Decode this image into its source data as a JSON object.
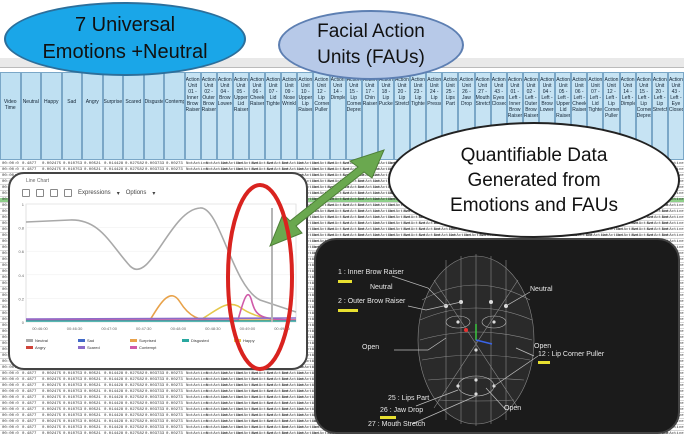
{
  "callouts": {
    "emotions": [
      "7 Universal",
      "Emotions +Neutral"
    ],
    "fau": [
      "Facial Action",
      "Units (FAUs)"
    ],
    "quant": [
      "Quantifiable Data",
      "Generated from",
      "Emotions and FAUs"
    ]
  },
  "spreadsheet": {
    "emotion_headers": [
      "Video Time",
      "Neutral",
      "Happy",
      "Sad",
      "Angry",
      "Surprised",
      "Scared",
      "Disgusted",
      "Contempt"
    ],
    "fau_headers": [
      "Action Unit 01 - Inner Brow Raiser",
      "Action Unit 02 - Outer Brow Raiser",
      "Action Unit 04 - Brow Lowerer",
      "Action Unit 05 - Upper Lid Raiser",
      "Action Unit 06 - Cheek Raiser",
      "Action Unit 07 - Lid Tightener",
      "Action Unit 09 - Nose Wrinkler",
      "Action Unit 10 - Upper Lip Raiser",
      "Action Unit 12 - Lip Corner Puller",
      "Action Unit 14 - Dimpler",
      "Action Unit 15 - Lip Corner Depressor",
      "Action Unit 17 - Chin Raiser",
      "Action Unit 18 - Lip Pucker",
      "Action Unit 20 - Lip Stretcher",
      "Action Unit 23 - Lip Tightener",
      "Action Unit 24 - Lip Pressor",
      "Action Unit 25 - Lips Part",
      "Action Unit 26 - Jaw Drop",
      "Action Unit 27 - Mouth Stretch",
      "Action Unit 43 - Eyes Closed",
      "Action Unit 01 - Left - Inner Brow Raiser",
      "Action Unit 02 - Left - Outer Brow Raiser",
      "Action Unit 04 - Left - Brow Lowerer",
      "Action Unit 05 - Left - Upper Lid Raiser",
      "Action Unit 06 - Left - Cheek Raiser",
      "Action Unit 07 - Left - Lid Tightener",
      "Action Unit 12 - Left - Lip Corner Puller",
      "Action Unit 14 - Left - Dimpler",
      "Action Unit 15 - Left - Lip Corner Depressor",
      "Action Unit 20 - Left - Lip Stretcher",
      "Action Unit 43 - Left - Eye Closed"
    ],
    "sample_cells": [
      "00:00:0",
      "0.4877",
      "0.002475",
      "0.010753",
      "0.00521",
      "0.014428",
      "0.027582",
      "0.003733",
      "0.00273",
      "NotActive"
    ]
  },
  "line_chart": {
    "title": "Line Chart",
    "toolbar": [
      "Expressions",
      "Options"
    ],
    "x_ticks": [
      "00:46:00",
      "00:46:30",
      "00:47:00",
      "00:47:30",
      "00:48:00",
      "00:48:30",
      "00:49:00",
      "00:49:30"
    ],
    "y_ticks": [
      "1",
      "0.8",
      "0.6",
      "0.4",
      "0.2",
      "0"
    ],
    "legend": [
      {
        "name": "Neutral",
        "color": "#a9a9a9"
      },
      {
        "name": "Sad",
        "color": "#4169c8"
      },
      {
        "name": "Surprised",
        "color": "#e8a24a"
      },
      {
        "name": "Disgusted",
        "color": "#2aa8a0"
      },
      {
        "name": "Happy",
        "color": "#e5c84a"
      },
      {
        "name": "Angry",
        "color": "#d0443a"
      },
      {
        "name": "Scared",
        "color": "#8c6cc8"
      },
      {
        "name": "Contempt",
        "color": "#d05aa8"
      }
    ]
  },
  "face_panel": {
    "labels": [
      {
        "id": "au1",
        "text": "1 : Inner Brow Raiser",
        "color": "#e8e030"
      },
      {
        "id": "neutral1",
        "text": "Neutral",
        "color": ""
      },
      {
        "id": "au2",
        "text": "2 : Outer Brow Raiser",
        "color": "#e8e030"
      },
      {
        "id": "neutral2",
        "text": "Neutral",
        "color": ""
      },
      {
        "id": "open1",
        "text": "Open",
        "color": ""
      },
      {
        "id": "open2",
        "text": "Open",
        "color": ""
      },
      {
        "id": "au12",
        "text": "12 : Lip Corner Puller",
        "color": "#e8e030"
      },
      {
        "id": "au25",
        "text": "25 : Lips Part",
        "color": "#e8e030"
      },
      {
        "id": "au26",
        "text": "26 : Jaw Drop",
        "color": "#e8e030"
      },
      {
        "id": "au27",
        "text": "27 : Mouth Stretch",
        "color": "#e8e030"
      },
      {
        "id": "open3",
        "text": "Open",
        "color": ""
      }
    ]
  },
  "colors": {
    "emotions_bubble": "#1aa6e8",
    "fau_bubble": "#b7c9e8",
    "arrow": "#6aa84f",
    "highlight_oval": "#d9231f",
    "header_fill": "#bfe0f2",
    "selected_row": "#8fd08a"
  }
}
